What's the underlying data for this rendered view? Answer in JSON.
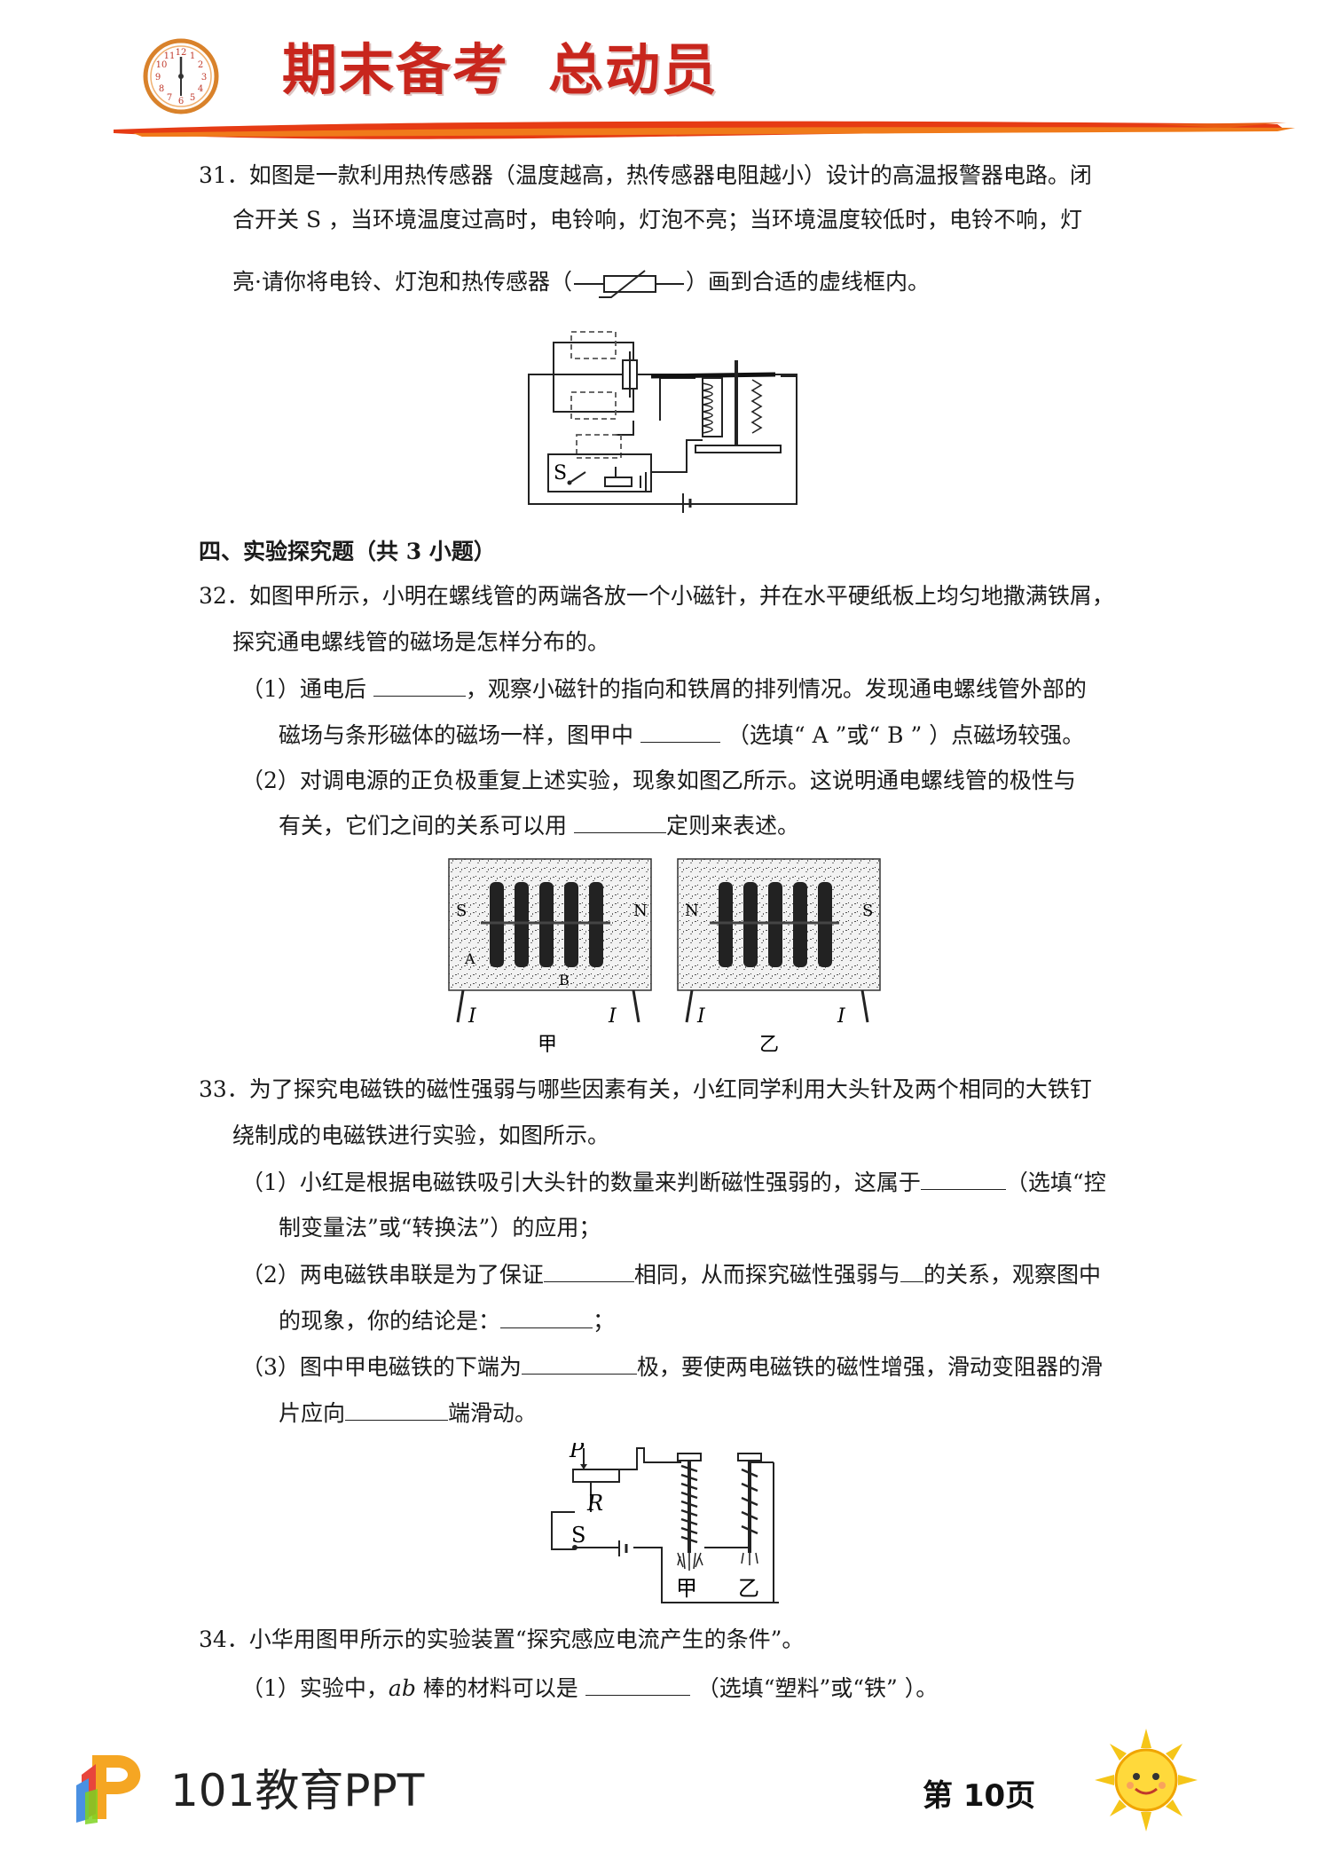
{
  "header": {
    "title_part1": "期末备考",
    "title_part2": "总动员",
    "clock_numbers": [
      "12",
      "1",
      "2",
      "3",
      "4",
      "5",
      "6",
      "7",
      "8",
      "9",
      "10",
      "11"
    ]
  },
  "q31": {
    "l1": "31．如图是一款利用热传感器（温度越高，热传感器电阻越小）设计的高温报警器电路。闭",
    "l2": "合开关 S ，当环境温度过高时，电铃响，灯泡不亮；当环境温度较低时，电铃不响，灯",
    "l3a": "亮·请你将电铃、灯泡和热传感器（",
    "l3b": "）画到合适的虚线框内。",
    "fig_label_s": "S"
  },
  "section4": {
    "title": "四、实验探究题（共 3 小题）"
  },
  "q32": {
    "l1": "32．如图甲所示，小明在螺线管的两端各放一个小磁针，并在水平硬纸板上均匀地撒满铁屑，",
    "l2": "探究通电螺线管的磁场是怎样分布的。",
    "p1a": "（1）通电后",
    "p1b": "，观察小磁针的指向和铁屑的排列情况。发现通电螺线管外部的",
    "p1c": "磁场与条形磁体的磁场一样，图甲中",
    "p1d": "（选填“ A ”或“ B ” ）点磁场较强。",
    "p2a": "（2）对调电源的正负极重复上述实验，现象如图乙所示。这说明通电螺线管的极性与",
    "p2b": "有关，它们之间的关系可以用",
    "p2c": "定则来表述。",
    "fig": {
      "left_s": "S",
      "left_n": "N",
      "label_a": "A",
      "label_b": "B",
      "right_n": "N",
      "right_s": "S",
      "current": "I",
      "caption_left": "甲",
      "caption_right": "乙"
    }
  },
  "q33": {
    "l1": "33．为了探究电磁铁的磁性强弱与哪些因素有关，小红同学利用大头针及两个相同的大铁钉",
    "l2": "绕制成的电磁铁进行实验，如图所示。",
    "p1a": "（1）小红是根据电磁铁吸引大头针的数量来判断磁性强弱的，这属于",
    "p1b": "（选填“控",
    "p1c": "制变量法”或“转换法”）的应用；",
    "p2a": "（2）两电磁铁串联是为了保证",
    "p2b": "相同，从而探究磁性强弱与",
    "p2c": "的关系，观察图中",
    "p2d": "的现象，你的结论是：",
    "p2e": "；",
    "p3a": "（3）图中甲电磁铁的下端为",
    "p3b": "极，要使两电磁铁的磁性增强，滑动变阻器的滑",
    "p3c": "片应向",
    "p3d": "端滑动。",
    "fig": {
      "p": "P",
      "r": "R",
      "s": "S",
      "jia": "甲",
      "yi": "乙"
    }
  },
  "q34": {
    "l1": "34．小华用图甲所示的实验装置“探究感应电流产生的条件”。",
    "p1a": "（1）实验中，",
    "p1b": "ab",
    "p1c": "棒的材料可以是",
    "p1d": "（选填“塑料”或“铁” ）。"
  },
  "footer": {
    "brand": "101教育PPT",
    "page": "第 10页",
    "brand_colors": [
      "#e8453c",
      "#f5a623",
      "#4a90e2",
      "#7ed321",
      "#9b59b6"
    ]
  }
}
